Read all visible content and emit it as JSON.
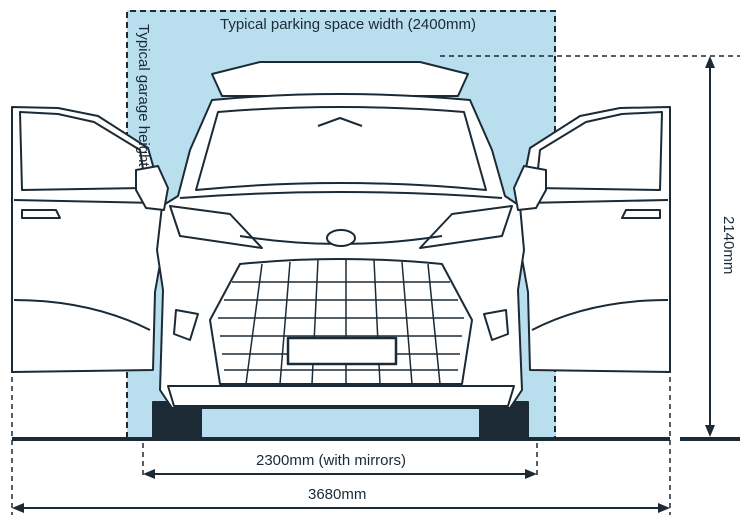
{
  "labels": {
    "parking_width": "Typical parking space width (2400mm)",
    "garage_height": "Typical garage height",
    "vehicle_height": "2140mm",
    "width_with_mirrors": "2300mm (with mirrors)",
    "width_doors_open": "3680mm"
  },
  "colors": {
    "parking_fill": "#b9dfee",
    "line": "#1b2a35",
    "body": "#ffffff"
  }
}
